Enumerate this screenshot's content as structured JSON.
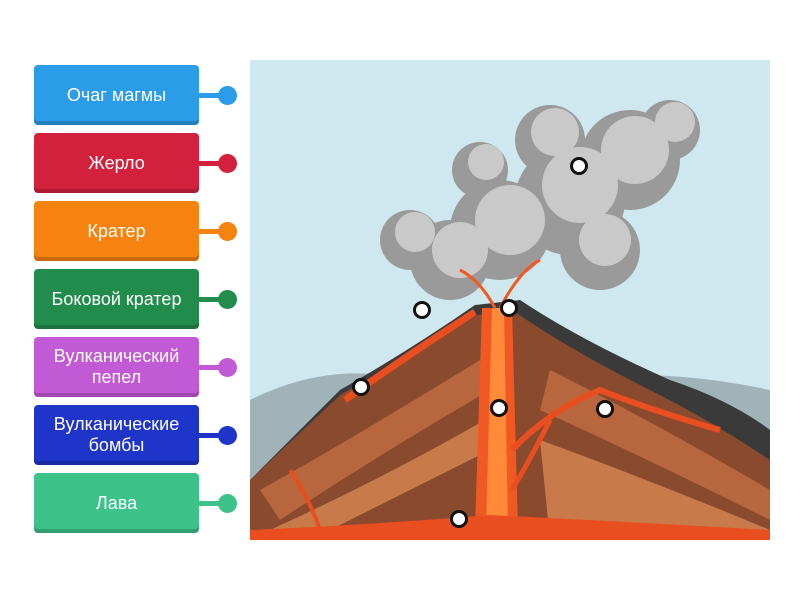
{
  "labels": [
    {
      "text": "Очаг магмы",
      "color": "#2a9ce8"
    },
    {
      "text": "Жерло",
      "color": "#d3203c"
    },
    {
      "text": "Кратер",
      "color": "#f6820f"
    },
    {
      "text": "Боковой кратер",
      "color": "#218c4b"
    },
    {
      "text": "Вулканический пепел",
      "color": "#c25ad6"
    },
    {
      "text": "Вулканические бомбы",
      "color": "#1f35c9"
    },
    {
      "text": "Лава",
      "color": "#3dc28a"
    }
  ],
  "image": {
    "icon": "volcano-cross-section-image"
  }
}
